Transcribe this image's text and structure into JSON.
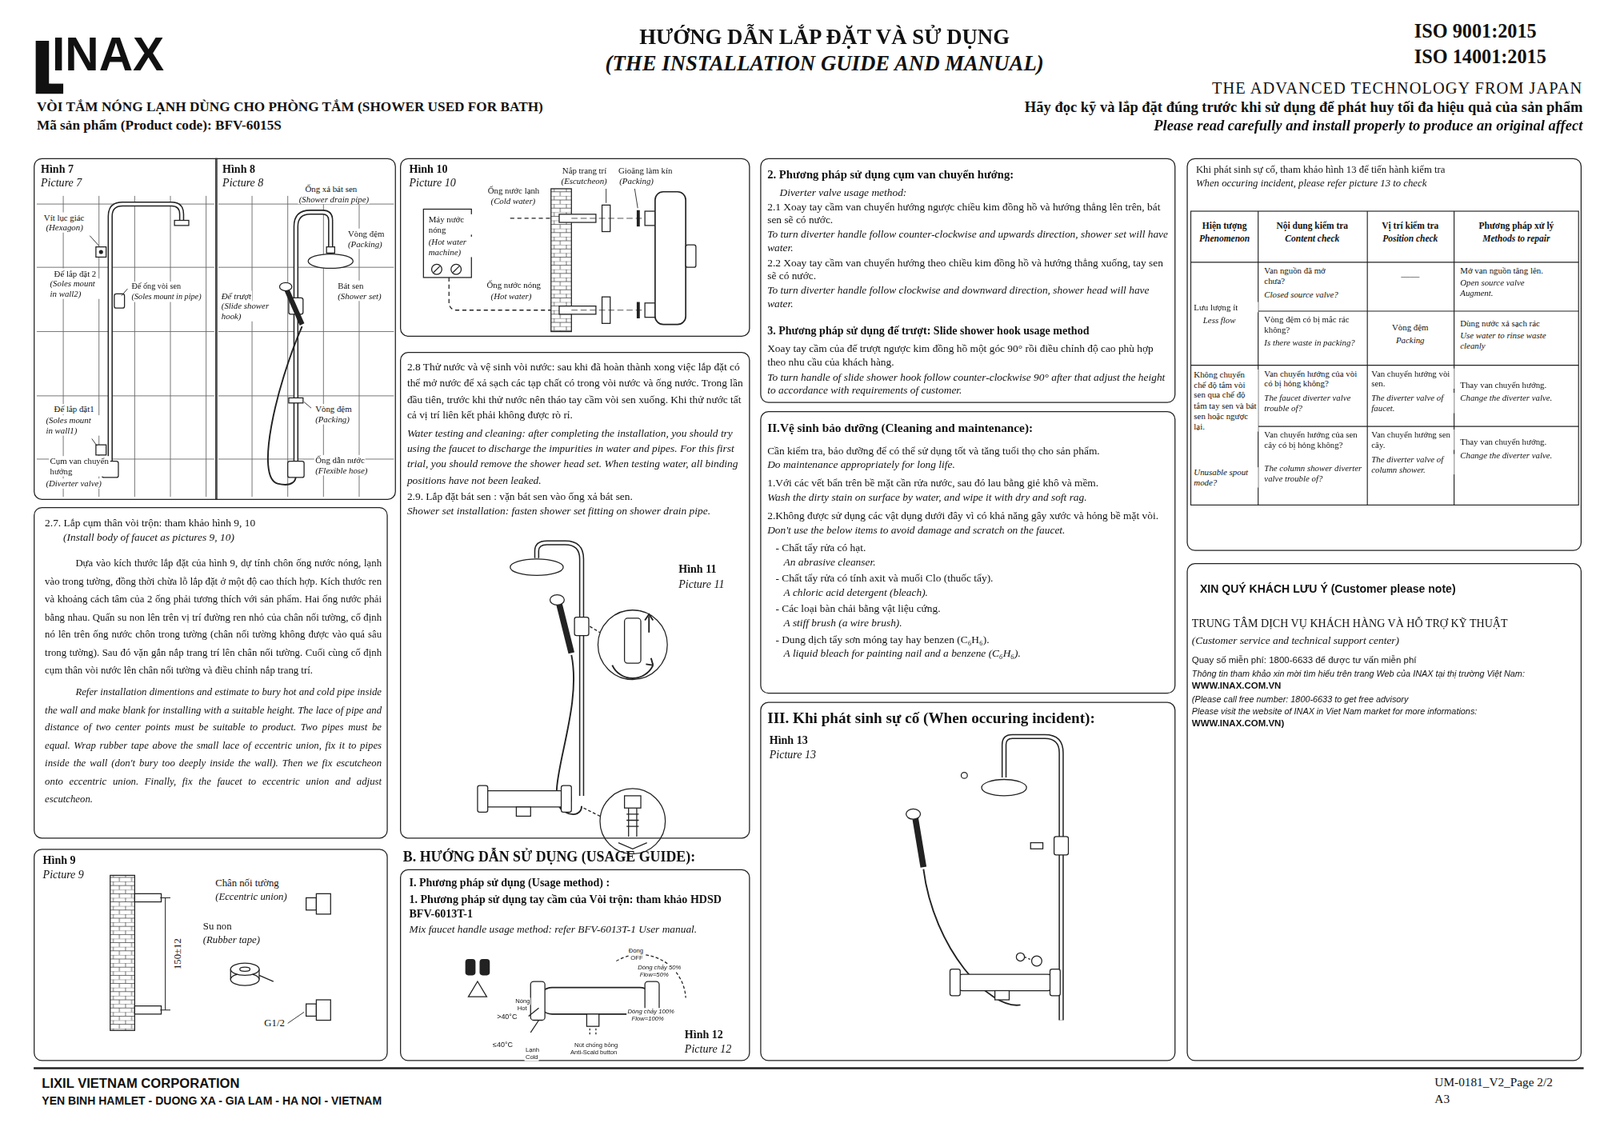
{
  "diagram": {
    "title": "HƯỚNG DẪN LẮP ĐẶT VÀ SỬ DỤNG",
    "nodes": [
      {
        "text": [
          "Hình 7",
          "Picture 7"
        ]
      },
      {
        "text": [
          "Hình 8",
          "Picture 8"
        ]
      },
      {
        "text": [
          "Hình 10",
          "Picture 10"
        ]
      },
      {
        "text": [
          "2. Phương pháp sử dụng cụm van chuyển hướng:",
          "Diverter valve usage method:",
          "2.1 Xoay tay cầm van chuyển hướng ngược chiều kim đồng hồ và hướng thẳng lên trên, bát sen sẽ có nước.",
          "To turn diverter handle follow counter-clockwise and upwards direction, shower set will have water.",
          "2.2 Xoay tay cầm van chuyển hướng theo chiều kim đồng hồ và hướng thẳng xuống, tay sen sẽ có nước.",
          "To turn diverter handle follow clockwise and downward direction, shower head will have water.",
          "3. Phương pháp sử dụng đế trượt: Slide shower hook usage method",
          "Xoay tay cầm của đế trượt ngược kim đồng hồ một góc 90° rồi điều chỉnh độ cao phù hợp theo nhu cầu của khách hàng.",
          "To turn handle of slide shower hook follow counter-clockwise 90° after that adjust the height to accordance with requirements of customer."
        ]
      },
      {
        "text": [
          "Khi phát sinh sự cố, tham khảo hình 13 để tiến hành kiểm tra",
          "When occuring incident, please refer picture 13 to check"
        ]
      },
      {
        "text": [
          "2.8 Thử nước và vệ sinh vòi nước: sau khi đã hoàn thành xong việc lắp đặt có thể mở nước để xả sạch các tạp chất có trong vòi nước và ống nước. Trong lần đầu tiên, trước khi thử nước nên tháo tay cầm vòi sen xuống. Khi thử nước tất cả vị trí liên kết phải không được rò rỉ.",
          "Water testing and cleaning: after completing the installation, you should try using the faucet to discharge the impurities in water and pipes. For this first trial, you should remove the shower head set. When testing water, all binding positions have not been leaked.",
          "2.9. Lắp đặt bát sen : vặn bát sen vào ống xả bát sen.",
          "Shower set installation: fasten shower set fitting on shower drain pipe.",
          "Hình 11",
          "Picture 11"
        ]
      },
      {
        "text": [
          "II.Vệ sinh bảo dưỡng (Cleaning and maintenance):",
          "Cần kiểm tra, bảo dưỡng để có thể sử dụng tốt và tăng tuổi thọ cho sản phẩm.",
          "Do maintenance appropriately for long life.",
          "1.Với các vết bẩn trên bề mặt cần rửa nước, sau đó lau bằng giẻ khô và mềm.",
          "Wash the dirty stain on surface by water, and wipe it with dry and soft rag.",
          "2.Không được sử dụng các vật dụng dưới đây vì có khả năng gây xước và hỏng bề mặt vòi.",
          "Don't use the below items to avoid damage and scratch on the faucet.",
          "- Chất tẩy rửa có hạt.",
          "An abrasive cleanser.",
          "- Chất tẩy rửa có tính axit và muối Clo (thuốc tẩy).",
          "A chloric acid detergent (bleach).",
          "- Các loại bàn chải bằng vật liệu cứng.",
          "A stiff brush (a wire brush).",
          "- Dung dịch tẩy sơn móng tay hay benzen (C₆H₆).",
          "A liquid bleach for painting nail and a benzene (C₆H₆)."
        ]
      },
      {
        "text": [
          "2.7. Lắp cụm thân vòi trộn: tham khảo hình 9, 10",
          "(Install body of faucet as pictures 9, 10)",
          "Dựa vào kích thước lắp đặt của hình 9, dự tính chôn ống nước nóng, lạnh vào trong tường, đồng thời chừa lỗ lắp đặt ở một độ cao thích hợp. Kích thước ren và khoảng cách tâm của 2 ống phải tương thích với sản phẩm. Hai ống nước phải bằng nhau. Quấn su non lên trên vị trí đường ren nhỏ của chân nối tường, cố định nó lên trên ống nước chôn trong tường (chân nối tường không được vào quá sâu trong tường). Sau đó vặn gắn nắp trang trí lên chân nối tường. Cuối cùng cố định cụm thân vòi nước lên chân nối tường và điều chỉnh nắp trang trí.",
          "Refer installation dimentions and estimate to bury hot and cold pipe inside the wall and make blank for installing with a suitable height. The lace of pipe and distance of two center points must be suitable to product. Two pipes must be equal. Wrap rubber tape above the small lace of eccentric union, fix it to pipes inside the wall (don't bury too deeply inside the wall). Then we fix escutcheon onto eccentric union. Finally, fix the faucet to eccentric union and adjust escutcheon."
        ]
      },
      {
        "text": [
          "XIN QUÝ KHÁCH LƯU Ý (Customer please note)",
          "TRUNG TÂM DỊCH VỤ KHÁCH HÀNG VÀ HỖ TRỢ KỸ THUẬT",
          "(Customer service and technical support center)",
          "Quay số miễn phí: 1800-6633 để được tư vấn miễn phí",
          "Thông tin tham khảo xin mời tìm hiểu trên trang Web của INAX tại thị trường Việt Nam:",
          "WWW.INAX.COM.VN",
          "(Please call free number: 1800-6633 to get free advisory",
          "Please visit the website of INAX in Viet Nam market for more informations:",
          "WWW.INAX.COM.VN)"
        ]
      },
      {
        "text": [
          "III. Khi phát sinh sự cố (When occuring incident):",
          "Hình 13",
          "Picture 13"
        ]
      },
      {
        "text": [
          "B. HƯỚNG DẪN SỬ DỤNG (USAGE GUIDE):",
          "I. Phương pháp sử dụng (Usage method) :",
          "1. Phương pháp sử dụng tay cầm của Vòi trộn: tham khảo HDSD BFV-6013T-1",
          "Mix faucet handle usage method: refer BFV-6013T-1 User manual.",
          "Hình 12",
          "Picture 12"
        ]
      },
      {
        "text": [
          "Hình 9",
          "Picture 9"
        ]
      }
    ],
    "labels": [
      "(THE INSTALLATION GUIDE AND MANUAL)",
      "INAX",
      "ISO 9001:2015",
      "ISO 14001:2015",
      "THE ADVANCED TECHNOLOGY FROM JAPAN",
      "VÒI TẮM NÓNG LẠNH DÙNG CHO PHÒNG TẮM (SHOWER USED FOR BATH)",
      "Mã sản phẩm (Product code): BFV-6015S",
      "Hãy đọc kỹ và lắp đặt đúng trước khi sử dụng để phát huy tối đa hiệu quả của sản phẩm",
      "Please read carefully and install properly to produce an original affect",
      "Vít lục giác",
      "(Hexagon)",
      "Đế lắp đặt 2",
      "(Soles mount in wall2)",
      "Đế ống vòi sen",
      "(Soles mount in pipe)",
      "Đế lắp đặt1",
      "(Soles mount in wall1)",
      "Cụm van chuyển hướng",
      "(Diverter valve)",
      "Ống xả bát sen",
      "(Shower drain pipe)",
      "Vòng đệm",
      "(Packing)",
      "Bát sen",
      "(Shower set)",
      "Đế trượt",
      "(Slide shower hook)",
      "Vòng đệm",
      "(Packing)",
      "Ống dẫn nước",
      "(Flexible hose)",
      "Nắp trang trí",
      "(Escutcheon)",
      "Gioăng làm kín",
      "(Packing)",
      "Ống nước lạnh",
      "(Cold water)",
      "Máy nước nóng",
      "(Hot water machine)",
      "Ống nước nóng",
      "(Hot water)",
      "Chân nối tường",
      "(Eccentric union)",
      "Su non",
      "(Rubber tape)",
      "150±12",
      "G1/2",
      "Đóng",
      "OFF",
      "Dòng chảy 50%",
      "Flow=50%",
      "Dòng chảy 100%",
      "Flow=100%",
      "Nóng",
      "Hot",
      ">40°C",
      "≤40°C",
      "Lạnh",
      "Cold",
      "Nút chống bỏng",
      "Anti-Scald button",
      "Hiện tượng",
      "Phenomenon",
      "Nội dung kiểm tra",
      "Content check",
      "Vị trí kiểm tra",
      "Position check",
      "Phương pháp xử lý",
      "Methods to repair",
      "Van nguồn đã mở chưa?",
      "Closed source valve?",
      "——",
      "Mở van nguồn tăng lên.",
      "Open source valve Augment.",
      "Lưu lượng ít",
      "Less flow",
      "Vòng đệm có bị mắc rác không?",
      "Is there waste in packing?",
      "Vòng đệm",
      "Packing",
      "Dùng nước xả sạch rác",
      "Use water to rinse waste cleanly",
      "Không chuyển chế độ tắm vòi sen qua chế độ tắm tay sen và bát sen hoặc ngược lại.",
      "Unusable spout mode?",
      "Van chuyển hướng của vòi có bị hỏng không?",
      "The faucet diverter valve trouble of?",
      "Van chuyển hướng vòi sen.",
      "The diverter valve of faucet.",
      "Thay van chuyển hướng.",
      "Change the diverter valve.",
      "Van chuyển hướng của sen cây có bị hỏng không?",
      "The column shower diverter valve trouble of?",
      "Van chuyển hướng sen cây.",
      "The diverter valve of column shower.",
      "Thay van chuyển hướng.",
      "Change the diverter valve.",
      "LIXIL VIETNAM CORPORATION",
      "YEN BINH HAMLET - DUONG XA - GIA LAM - HA NOI - VIETNAM",
      "UM-0181_V2_Page 2/2",
      "A3"
    ]
  }
}
